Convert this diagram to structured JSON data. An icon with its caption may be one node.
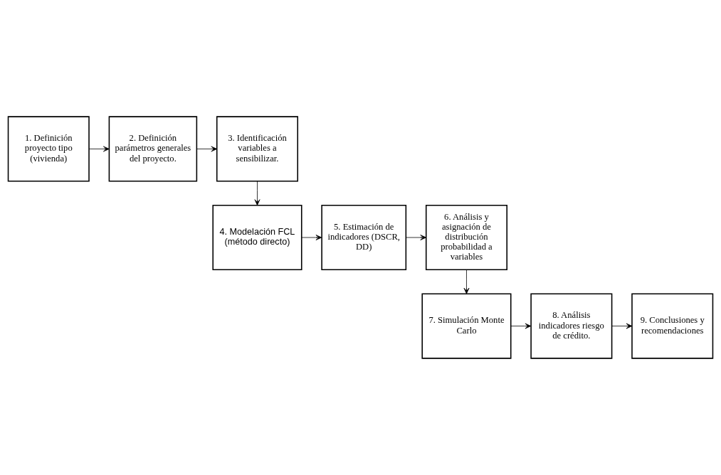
{
  "diagram": {
    "nodes": [
      {
        "text": [
          "1. Definición proyecto tipo (vivienda)"
        ]
      },
      {
        "text": [
          "2. Definición parámetros generales del proyecto."
        ]
      },
      {
        "text": [
          "3. Identificación variables a sensibilizar."
        ]
      },
      {
        "text": [
          "4. Modelación FCL (método directo)"
        ]
      },
      {
        "text": [
          "5. Estimación de indicadores (DSCR, DD)"
        ]
      },
      {
        "text": [
          "6. Análisis y asignación de distribución probabilidad a variables"
        ]
      },
      {
        "text": [
          "7. Simulación Monte Carlo"
        ]
      },
      {
        "text": [
          "8. Análisis indicadores riesgo de crédito."
        ]
      },
      {
        "text": [
          "9. Conclusiones y recomendaciones"
        ]
      }
    ],
    "edges": [
      {
        "from": 0,
        "to": 1,
        "arrow": "to"
      },
      {
        "from": 1,
        "to": 2,
        "arrow": "to"
      },
      {
        "from": 2,
        "to": 3,
        "arrow": "to"
      },
      {
        "from": 3,
        "to": 4,
        "arrow": "to"
      },
      {
        "from": 4,
        "to": 5,
        "arrow": "to"
      },
      {
        "from": 5,
        "to": 6,
        "arrow": "to"
      },
      {
        "from": 6,
        "to": 7,
        "arrow": "to"
      },
      {
        "from": 7,
        "to": 8,
        "arrow": "to"
      }
    ]
  }
}
